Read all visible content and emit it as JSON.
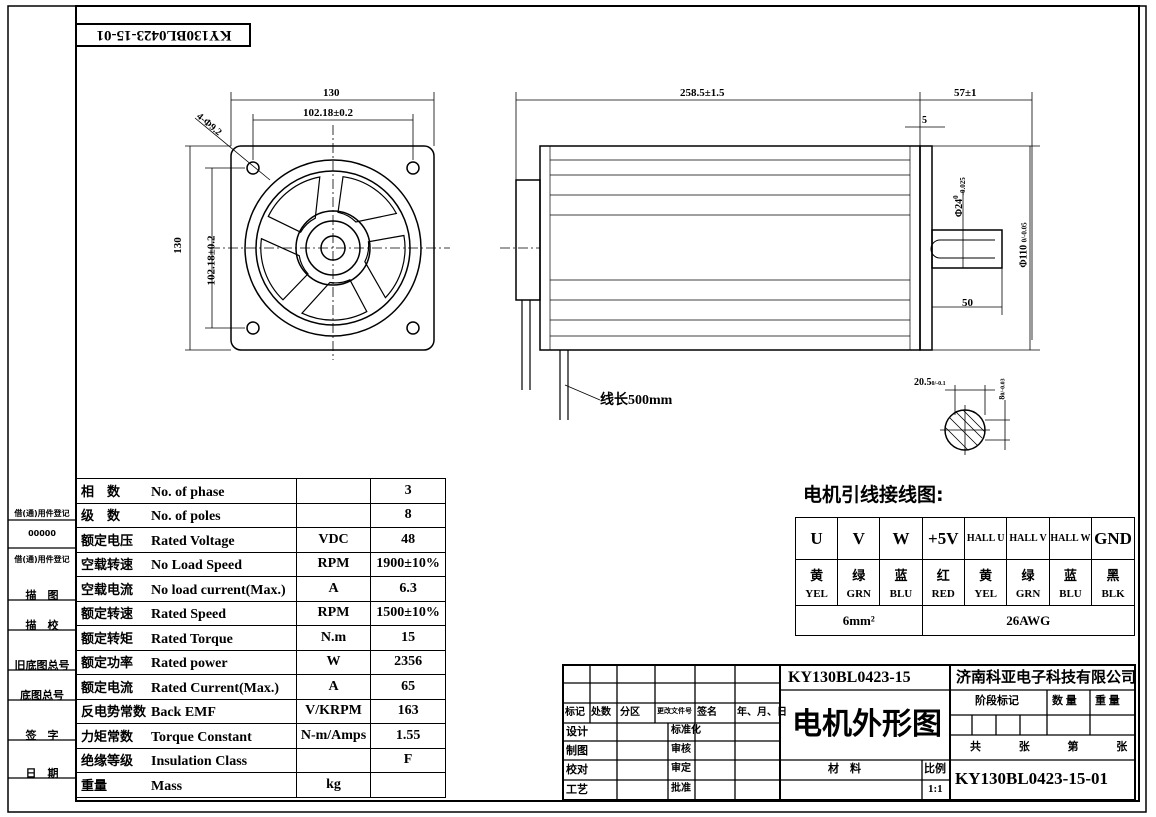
{
  "drawing_number_rotated": "KY130BL0423-15-01",
  "front_view": {
    "dim_width": "130",
    "dim_hole_spacing_h": "102.18±0.2",
    "dim_height": "130",
    "dim_hole_spacing_v": "102.18±0.2",
    "dim_holes": "4-Φ9.2"
  },
  "side_view": {
    "dim_body_length": "258.5±1.5",
    "dim_shaft_length": "57±1",
    "dim_flange": "5",
    "dim_shaft_dia": "Φ24",
    "dim_shaft_tol_upper": "0",
    "dim_shaft_tol_lower": "-0.025",
    "dim_pilot_dia": "Φ110",
    "dim_pilot_tol": "0/-0.05",
    "dim_key_length": "50",
    "lead_length": "线长500mm",
    "dim_key_depth": "20.5",
    "dim_key_depth_tol": "0/-0.1",
    "dim_key_width": "8",
    "dim_key_width_tol": "0/-0.03"
  },
  "side_panel": [
    "借(通)用件登记",
    "00000",
    "借(通)用件登记",
    "描　图",
    "描　校",
    "旧底图总号",
    "底图总号",
    "签　字",
    "日　期"
  ],
  "spec": [
    {
      "cn": "相　数",
      "en": "No. of phase",
      "unit": "",
      "value": "3"
    },
    {
      "cn": "级　数",
      "en": "No. of poles",
      "unit": "",
      "value": "8"
    },
    {
      "cn": "额定电压",
      "en": "Rated Voltage",
      "unit": "VDC",
      "value": "48"
    },
    {
      "cn": "空载转速",
      "en": "No Load Speed",
      "unit": "RPM",
      "value": "1900±10%"
    },
    {
      "cn": "空载电流",
      "en": "No load current(Max.)",
      "unit": "A",
      "value": "6.3"
    },
    {
      "cn": "额定转速",
      "en": "Rated Speed",
      "unit": "RPM",
      "value": "1500±10%"
    },
    {
      "cn": "额定转矩",
      "en": "Rated Torque",
      "unit": "N.m",
      "value": "15"
    },
    {
      "cn": "额定功率",
      "en": "Rated power",
      "unit": "W",
      "value": "2356"
    },
    {
      "cn": "额定电流",
      "en": "Rated Current(Max.)",
      "unit": "A",
      "value": "65"
    },
    {
      "cn": "反电势常数",
      "en": "Back EMF",
      "unit": "V/KRPM",
      "value": "163"
    },
    {
      "cn": "力矩常数",
      "en": "Torque Constant",
      "unit": "N-m/Amps",
      "value": "1.55"
    },
    {
      "cn": "绝缘等级",
      "en": "Insulation Class",
      "unit": "",
      "value": "F"
    },
    {
      "cn": "重量",
      "en": "Mass",
      "unit": "kg",
      "value": ""
    }
  ],
  "wiring": {
    "title": "电机引线接线图:",
    "signals": [
      "U",
      "V",
      "W",
      "+5V",
      "HALL U",
      "HALL V",
      "HALL W",
      "GND"
    ],
    "colors_cn": [
      "黄",
      "绿",
      "蓝",
      "红",
      "黄",
      "绿",
      "蓝",
      "黑"
    ],
    "colors_en": [
      "YEL",
      "GRN",
      "BLU",
      "RED",
      "YEL",
      "GRN",
      "BLU",
      "BLK"
    ],
    "power_wire": "6mm²",
    "signal_wire": "26AWG"
  },
  "title_block": {
    "model": "KY130BL0423-15",
    "company": "济南科亚电子科技有限公司",
    "title": "电机外形图",
    "drawing_number": "KY130BL0423-15-01",
    "rev_headers": [
      "标记",
      "处数",
      "分区",
      "更改文件号",
      "签名",
      "年、月、日"
    ],
    "roles_left": [
      "设计",
      "制图",
      "校对",
      "工艺"
    ],
    "roles_mid": [
      "标准化",
      "审核",
      "审定",
      "批准"
    ],
    "stage_mark": "阶段标记",
    "quantity": "数 量",
    "weight": "重 量",
    "sheets": [
      "共",
      "张",
      "第",
      "张"
    ],
    "material": "材　料",
    "scale_label": "比例",
    "scale": "1:1"
  }
}
